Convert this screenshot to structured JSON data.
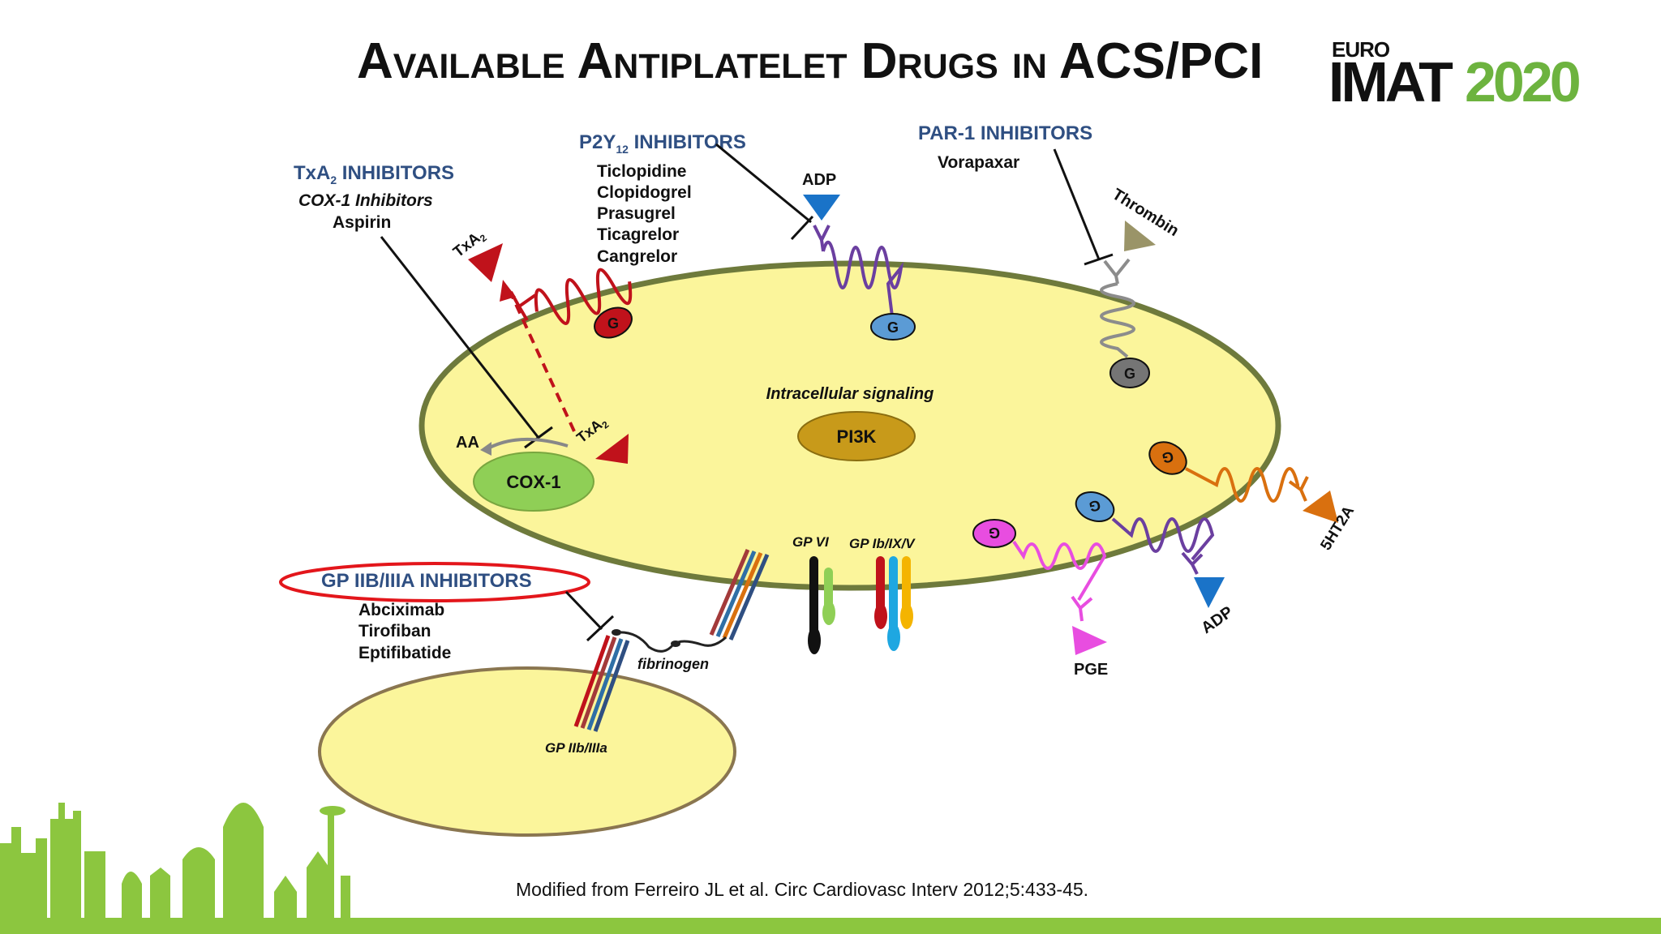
{
  "title": "Available Antiplatelet Drugs in ACS/PCI",
  "logo": {
    "euro": "EURO",
    "imat": "IMAT",
    "year": "2020"
  },
  "colors": {
    "cell_fill": "#fbf59b",
    "cell_border": "#6e7a3c",
    "title_blue": "#2f4f82",
    "brand_green": "#6db33f",
    "txa2_red": "#c0121b",
    "adp_blue": "#1a73c8",
    "thrombin_olive": "#9a9468",
    "pge_pink": "#e84de0",
    "ht2a_orange": "#d9700f"
  },
  "drug_classes": {
    "txa2": {
      "header": "TxA",
      "header_sub": "2",
      "header_rest": " INHIBITORS",
      "subclass": "COX-1 Inhibitors",
      "drugs": [
        "Aspirin"
      ]
    },
    "p2y12": {
      "header": "P2Y",
      "header_sub": "12",
      "header_rest": " INHIBITORS",
      "drugs": [
        "Ticlopidine",
        "Clopidogrel",
        "Prasugrel",
        "Ticagrelor",
        "Cangrelor"
      ]
    },
    "par1": {
      "header": "PAR-1 INHIBITORS",
      "drugs": [
        "Vorapaxar"
      ]
    },
    "gp2b3a": {
      "header": "GP IIB/IIIA INHIBITORS",
      "drugs": [
        "Abciximab",
        "Tirofiban",
        "Eptifibatide"
      ]
    }
  },
  "diagram_labels": {
    "adp_top": "ADP",
    "thrombin": "Thrombin",
    "txa2_top": "TxA",
    "txa2_inner": "TxA",
    "txa2_sub": "2",
    "aa": "AA",
    "cox1": "COX-1",
    "intracellular": "Intracellular signaling",
    "pi3k": "PI3K",
    "g": "G",
    "gp_vi": "GP VI",
    "gp_ib": "GP Ib/IX/V",
    "fibrinogen": "fibrinogen",
    "gp_iib": "GP IIb/IIIa",
    "pge": "PGE",
    "adp_bottom": "ADP",
    "ht2a": "5HT2A"
  },
  "icons": [
    "skyline-silhouette",
    "inhibition-t-bar",
    "receptor-coil",
    "ligand-triangle"
  ],
  "citation": "Modified from Ferreiro JL et al. Circ Cardiovasc Interv 2012;5:433-45."
}
